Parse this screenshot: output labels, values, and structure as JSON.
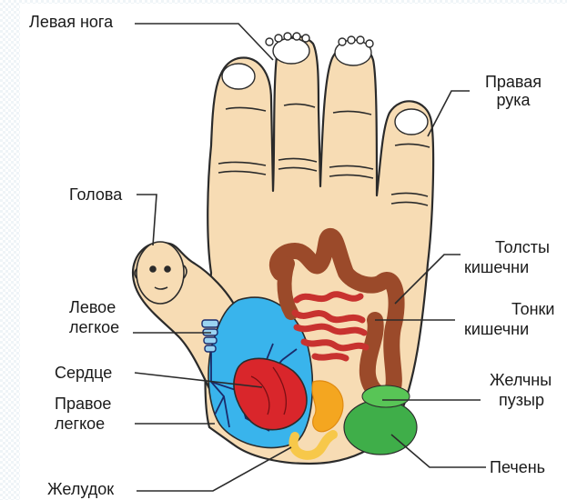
{
  "labels": {
    "left_foot": "Левая нога",
    "right_hand_1": "Правая",
    "right_hand_2": "рука",
    "head": "Голова",
    "large_int_1": "Толсты",
    "large_int_2": "кишечни",
    "left_lung_1": "Левое",
    "left_lung_2": "легкое",
    "small_int_1": "Тонки",
    "small_int_2": "кишечни",
    "heart": "Сердце",
    "right_lung_1": "Правое",
    "right_lung_2": "легкое",
    "gallbladder_1": "Желчны",
    "gallbladder_2": "пузыр",
    "liver": "Печень",
    "stomach": "Желудок"
  },
  "colors": {
    "skin": "#f7dcb4",
    "outline": "#2b2b2b",
    "lung": "#39b4ec",
    "heart": "#d9262b",
    "intestine": "#9b4a2a",
    "small_intestine": "#c8322f",
    "liver": "#3fae49",
    "stomach": "#f4a620"
  }
}
